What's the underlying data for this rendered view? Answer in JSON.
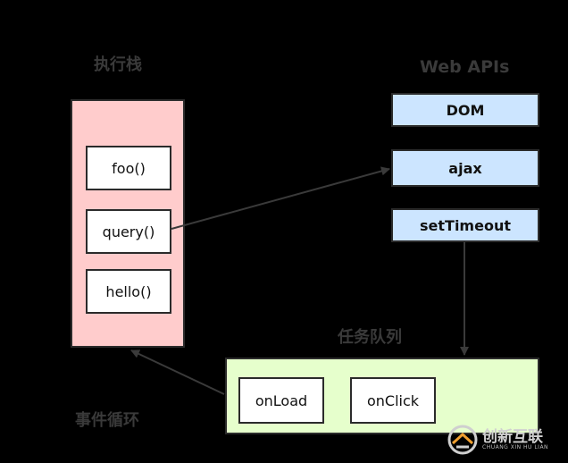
{
  "labels": {
    "call_stack": "执行栈",
    "web_apis": "Web APIs",
    "task_queue": "任务队列",
    "event_loop": "事件循环"
  },
  "call_stack": {
    "frames": [
      "foo()",
      "query()",
      "hello()"
    ]
  },
  "web_apis": {
    "items": [
      "DOM",
      "ajax",
      "setTimeout"
    ]
  },
  "task_queue": {
    "items": [
      "onLoad",
      "onClick"
    ]
  },
  "colors": {
    "background": "#000000",
    "call_stack_fill": "#ffcccc",
    "web_api_fill": "#cce5ff",
    "task_queue_fill": "#e6ffcc",
    "box_fill": "#ffffff",
    "stroke": "#2b2b2b",
    "label_text": "#3a3a3a"
  },
  "watermark": {
    "brand": "创新互联",
    "brand_sub": "CHUANG XIN HU LIAN"
  }
}
